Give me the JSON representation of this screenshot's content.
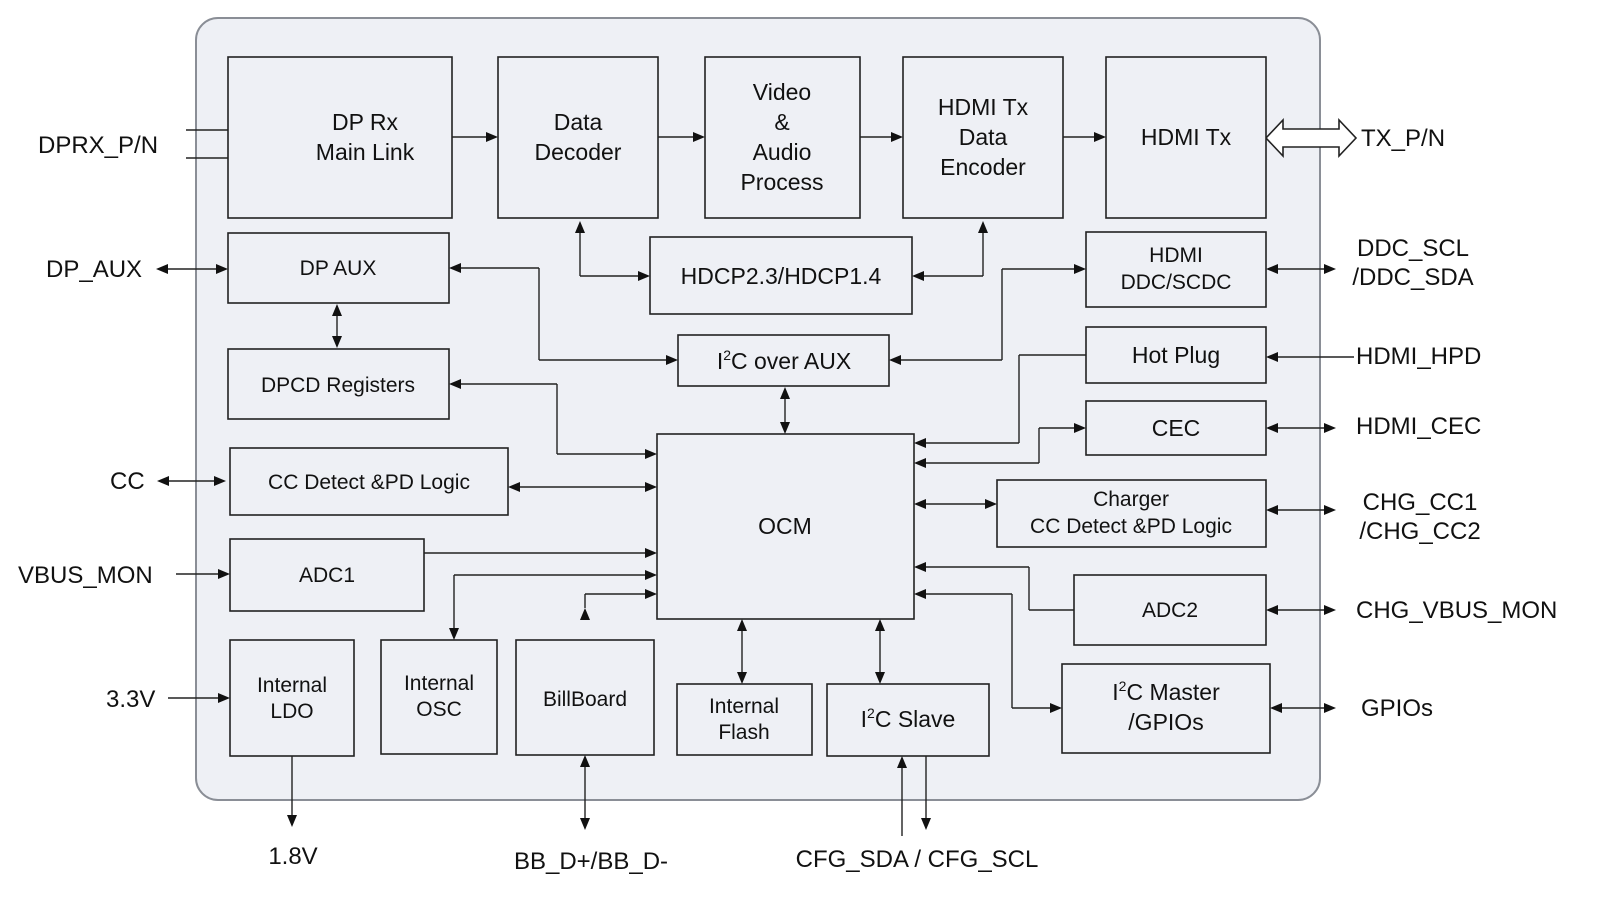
{
  "blocks": {
    "dp_rx": [
      "DP Rx",
      "Main Link"
    ],
    "data_decoder": [
      "Data",
      "Decoder"
    ],
    "video_audio": [
      "Video",
      "&",
      "Audio",
      "Process"
    ],
    "hdmi_tx_enc": [
      "HDMI Tx",
      "Data",
      "Encoder"
    ],
    "hdmi_tx": "HDMI Tx",
    "dp_aux": "DP AUX",
    "hdcp": "HDCP2.3/HDCP1.4",
    "hdmi_ddc": [
      "HDMI",
      "DDC/SCDC"
    ],
    "dpcd": "DPCD Registers",
    "i2c_over_aux": {
      "pre": "I",
      "sup": "2",
      "post": "C over AUX"
    },
    "hot_plug": "Hot Plug",
    "cec": "CEC",
    "cc_detect": "CC Detect &PD Logic",
    "ocm": "OCM",
    "charger": [
      "Charger",
      "CC Detect &PD Logic"
    ],
    "adc1": "ADC1",
    "adc2": "ADC2",
    "ldo": [
      "Internal",
      "LDO"
    ],
    "osc": [
      "Internal",
      "OSC"
    ],
    "billboard": "BillBoard",
    "flash": [
      "Internal",
      "Flash"
    ],
    "i2c_slave": {
      "pre": "I",
      "sup": "2",
      "post": "C Slave"
    },
    "i2c_master": {
      "pre": "I",
      "sup": "2",
      "post": "C Master",
      "line2": "/GPIOs"
    }
  },
  "pins": {
    "dprx": "DPRX_P/N",
    "tx": "TX_P/N",
    "dp_aux": "DP_AUX",
    "ddc": [
      "DDC_SCL",
      "/DDC_SDA"
    ],
    "hpd": "HDMI_HPD",
    "cec": "HDMI_CEC",
    "cc": "CC",
    "chg_cc": [
      "CHG_CC1",
      "/CHG_CC2"
    ],
    "vbus_mon": "VBUS_MON",
    "chg_vbus_mon": "CHG_VBUS_MON",
    "v33": "3.3V",
    "gpios": "GPIOs",
    "v18": "1.8V",
    "bb": "BB_D+/BB_D-",
    "cfg": "CFG_SDA / CFG_SCL"
  }
}
